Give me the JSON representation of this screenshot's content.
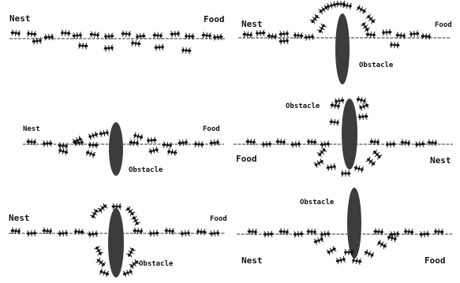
{
  "panels": [
    {
      "id": "A",
      "labels": {
        "nest": "Nest",
        "food": "Food"
      }
    },
    {
      "id": "B",
      "labels": {
        "nest": "Nest",
        "food": "Food",
        "obstacle": "Obstacle"
      }
    },
    {
      "id": "C",
      "labels": {
        "nest": "Nest",
        "food": "Food",
        "obstacle": "Obstacle"
      }
    },
    {
      "id": "D",
      "labels": {
        "obstacle": "Obstacle",
        "food": "Food",
        "nest": "Nest"
      }
    },
    {
      "id": "E",
      "labels": {
        "nest": "Nest",
        "food": "Food",
        "obstacle": "Obstacle"
      }
    },
    {
      "id": "F",
      "labels": {
        "obstacle": "Obstacle",
        "nest": "Nest",
        "food": "Food"
      }
    }
  ],
  "ant_icon": "ant-icon",
  "colors": {
    "ink": "#111111",
    "obstacle": "#3c3c3c",
    "trail": "#5a5a5a",
    "background": "#ffffff"
  }
}
